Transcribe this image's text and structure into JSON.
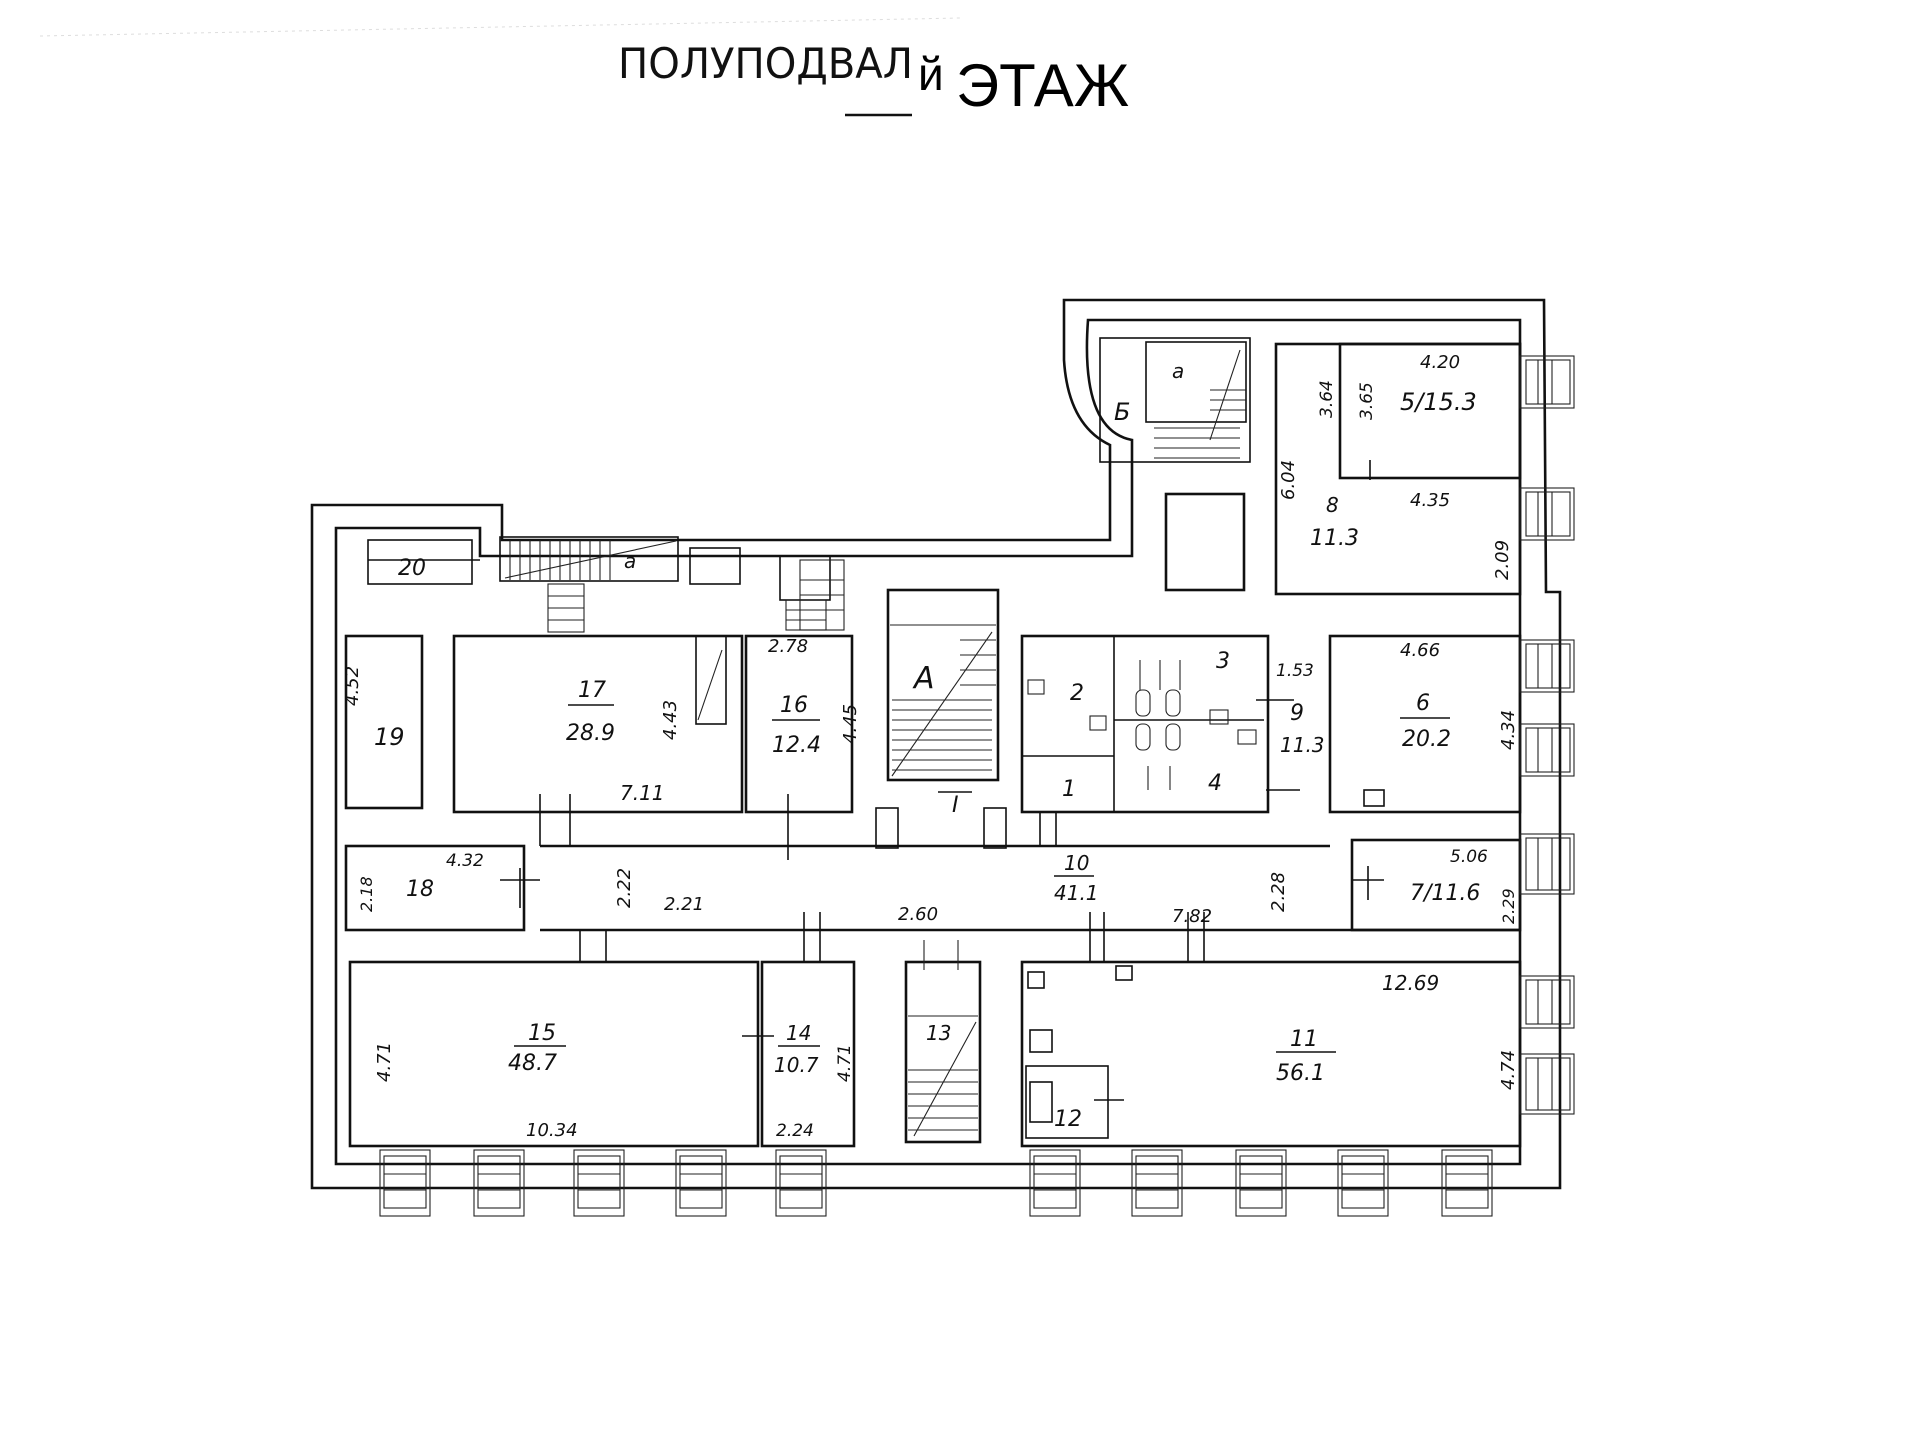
{
  "header": {
    "title_hand": "ПОЛУПОДВАЛ",
    "title_suffix": "й",
    "title_print": "ЭТАЖ"
  },
  "stairs": {
    "A": "А",
    "B": "Б",
    "a_upper": "а",
    "a_top": "а",
    "exit_I": "I"
  },
  "rooms": {
    "r1": "1",
    "r2": "2",
    "r3": "3",
    "r4": "4",
    "r5": "5/15.3",
    "r6_num": "6",
    "r6_area": "20.2",
    "r7": "7/11.6",
    "r8_num": "8",
    "r8_area": "11.3",
    "r9_num": "9",
    "r9_area": "11.3",
    "r10_num": "10",
    "r10_area": "41.1",
    "r11_num": "11",
    "r11_area": "56.1",
    "r12": "12",
    "r13": "13",
    "r14_num": "14",
    "r14_area": "10.7",
    "r15_num": "15",
    "r15_area": "48.7",
    "r16_num": "16",
    "r16_area": "12.4",
    "r17_num": "17",
    "r17_area": "28.9",
    "r18": "18",
    "r19": "19",
    "r20": "20"
  },
  "dims": {
    "d5_top": "4.20",
    "d5_l1": "3.64",
    "d5_l2": "3.65",
    "d8_w": "4.35",
    "d8_l": "6.04",
    "d8_r": "2.09",
    "d6_top": "4.66",
    "d6_side": "4.34",
    "d9_top": "1.53",
    "d7_top": "5.06",
    "d7_side": "2.29",
    "d17_w": "7.11",
    "d17_h": "4.43",
    "d16_top": "2.78",
    "d16_h": "4.45",
    "d19_h": "4.52",
    "d18_top": "4.32",
    "d18_side": "2.18",
    "dc_v1": "2.22",
    "dc_h1": "2.21",
    "dc_stair": "2.60",
    "dc_right": "7.82",
    "dc_v2": "2.28",
    "d15_w": "10.34",
    "d15_h": "4.71",
    "d14_h": "4.71",
    "d14_w": "2.24",
    "d11_w": "12.69",
    "d11_h": "4.74"
  }
}
